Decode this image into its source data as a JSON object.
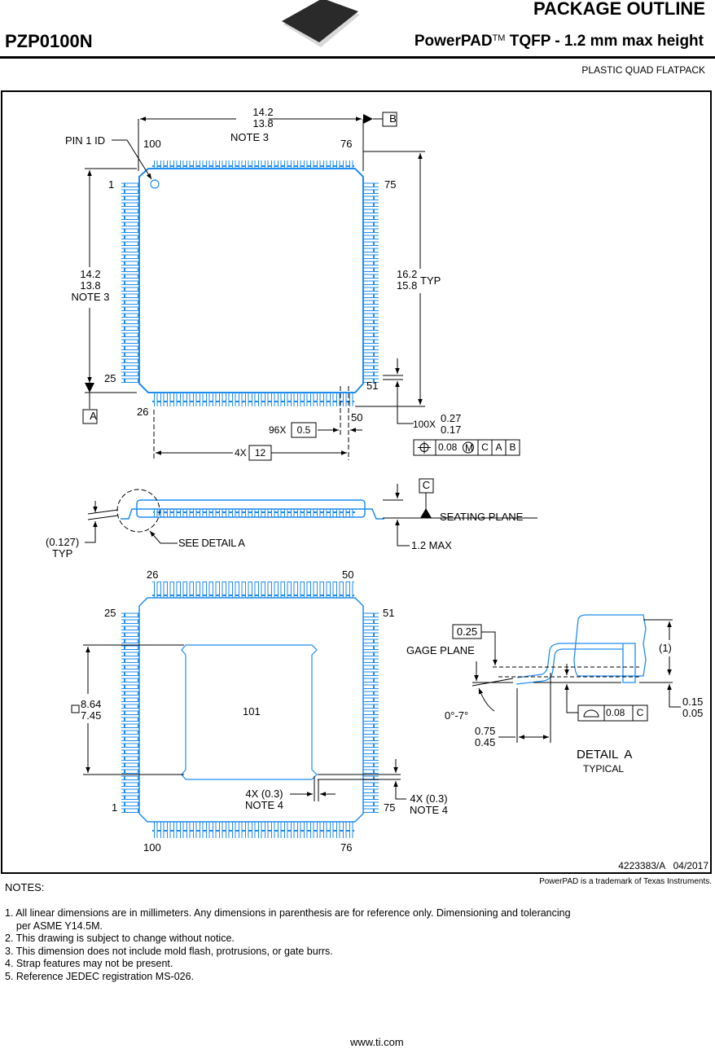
{
  "header": {
    "title": "PACKAGE OUTLINE",
    "package_code": "PZP0100N",
    "description": "PowerPAD",
    "trademark": "TM",
    "description_rest": " TQFP - 1.2 mm max height",
    "subtitle": "PLASTIC QUAD FLATPACK"
  },
  "top_view": {
    "pin1_label": "PIN 1 ID",
    "width_max": "14.2",
    "width_min": "13.8",
    "width_note": "NOTE 3",
    "height_max": "14.2",
    "height_min": "13.8",
    "height_note": "NOTE 3",
    "span_max": "16.2",
    "span_min": "15.8",
    "span_typ": "TYP",
    "datum_a": "A",
    "datum_b": "B",
    "pins": {
      "p1": "1",
      "p25": "25",
      "p26": "26",
      "p50": "50",
      "p51": "51",
      "p75": "75",
      "p76": "76",
      "p100": "100"
    },
    "pitch_count": "96X",
    "pitch": "0.5",
    "span_count": "4X",
    "span": "12",
    "lead_count": "100X",
    "lead_max": "0.27",
    "lead_min": "0.17",
    "fcf": {
      "tol": "0.08",
      "datums": [
        "C",
        "A",
        "B"
      ]
    }
  },
  "side_view": {
    "datum_c": "C",
    "seating_plane": "SEATING PLANE",
    "see_detail": "SEE DETAIL A",
    "standoff": "(0.127)",
    "standoff_typ": "TYP",
    "max_height": "1.2 MAX"
  },
  "bottom_view": {
    "pins": {
      "p26": "26",
      "p50": "50",
      "p25": "25",
      "p51": "51",
      "p1": "1",
      "p75": "75",
      "p100": "100",
      "p76": "76"
    },
    "pad_label": "101",
    "pad_max": "8.64",
    "pad_min": "7.45",
    "strap1": "4X (0.3)",
    "strap1_note": "NOTE 4",
    "strap2": "4X (0.3)",
    "strap2_note": "NOTE 4"
  },
  "detail_a": {
    "gage": "0.25",
    "gage_label": "GAGE PLANE",
    "angle": "0°-7°",
    "foot_max": "0.75",
    "foot_min": "0.45",
    "ref": "(1)",
    "coplanarity": "0.08",
    "coplanarity_datum": "C",
    "standoff_max": "0.15",
    "standoff_min": "0.05",
    "title": "DETAIL  A",
    "subtitle": "TYPICAL"
  },
  "doc_number": "4223383/A   04/2017",
  "trademark_note": "PowerPAD is a trademark of Texas Instruments.",
  "notes_heading": "NOTES:",
  "notes": [
    "1. All linear dimensions are in millimeters. Any dimensions in parenthesis are for reference only. Dimensioning and tolerancing",
    "    per ASME Y14.5M.",
    "2. This drawing is subject to change without notice.",
    "3. This dimension does not include mold flash, protrusions, or gate burrs.",
    "4. Strap features may not be present.",
    "5. Reference JEDEC registration MS-026."
  ],
  "footer": "www.ti.com",
  "colors": {
    "outline_blue": "#1f8cf0",
    "lead_blue": "#5aa8f5",
    "ink": "#000000"
  }
}
